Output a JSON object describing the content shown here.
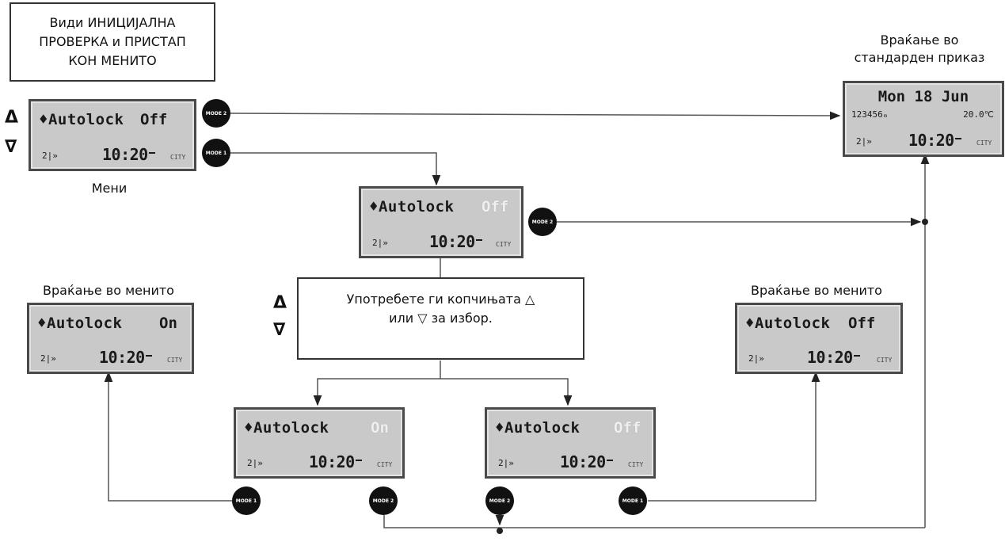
{
  "start_box": "Види ИНИЦИЈАЛНА\nПРОВЕРКА и ПРИСТАП\nКОН МЕНИТО",
  "menu_label": "Мени",
  "return_standard": "Враќање во\nстандарден приказ",
  "return_menu_left": "Враќање во менито",
  "return_menu_right": "Враќање во менито",
  "instruction": "Употребете ги копчињата △\nили ▽ за избор.",
  "arrow_up": "Δ",
  "arrow_down": "∇",
  "lcd": {
    "name": "♦Autolock",
    "off": "Off",
    "on": "On",
    "temp_glyph": "2|»",
    "clock": "10:20",
    "city": "CITY",
    "std_row1": "Mon 18 Jun",
    "std_odo": "123456ₘ",
    "std_temp": "20.0℃"
  },
  "buttons": {
    "mode1": "MODE 1",
    "mode2": "MODE 2"
  }
}
